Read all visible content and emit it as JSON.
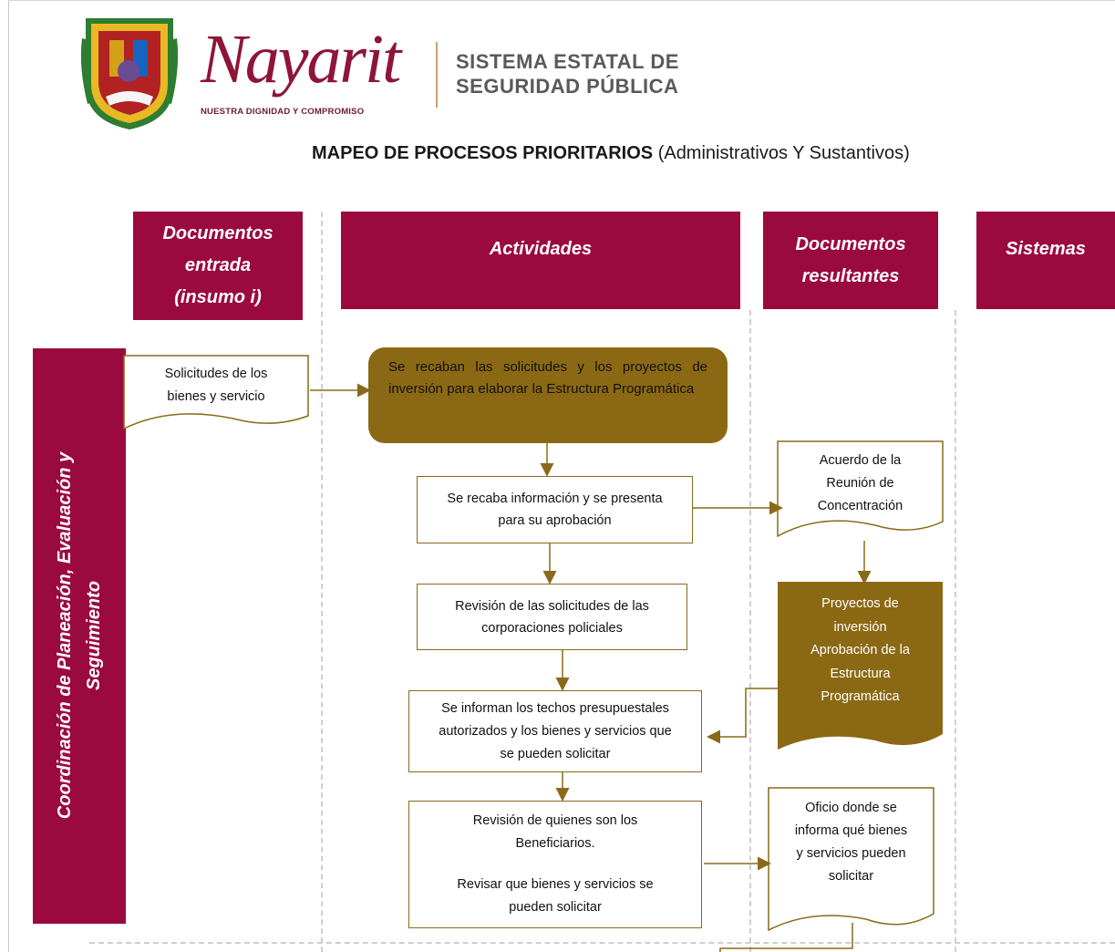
{
  "header": {
    "brand_name": "Nayarit",
    "brand_tagline": "NUESTRA DIGNIDAD Y COMPROMISO",
    "system_line1": "SISTEMA ESTATAL DE",
    "system_line2": "SEGURIDAD PÚBLICA",
    "title_bold": "MAPEO DE PROCESOS PRIORITARIOS",
    "title_regular": "(Administrativos Y Sustantivos)"
  },
  "columns": {
    "inputs": [
      "Documentos",
      "entrada",
      "(insumo i)"
    ],
    "activities": "Actividades",
    "results": [
      "Documentos",
      "resultantes"
    ],
    "systems": "Sistemas"
  },
  "lane": {
    "line1": "Coordinación de Planeación, Evaluación y",
    "line2": "Seguimiento"
  },
  "inputs": {
    "doc1": [
      "Solicitudes de los",
      "bienes y servicio"
    ]
  },
  "activities": {
    "a1": "Se recaban las solicitudes y los proyectos de inversión para elaborar la Estructura Programática",
    "a2": [
      "Se recaba información y se presenta",
      "para su aprobación"
    ],
    "a3": [
      "Revisión de las solicitudes de las",
      "corporaciones policiales"
    ],
    "a4": [
      "Se informan los techos presupuestales",
      "autorizados y los bienes y servicios que",
      "se pueden solicitar"
    ],
    "a5": [
      "Revisión de quienes son los",
      "Beneficiarios.",
      "Revisar que bienes y servicios se",
      "pueden solicitar"
    ]
  },
  "results": {
    "r1": [
      "Acuerdo de la",
      "Reunión de",
      "Concentración"
    ],
    "r2": [
      "Proyectos de",
      "inversión",
      "Aprobación de la",
      "Estructura",
      "Programática"
    ],
    "r3": [
      "Oficio donde se",
      "informa qué bienes",
      "y servicios pueden",
      "solicitar"
    ]
  },
  "colors": {
    "primary": "#9b0a3e",
    "gold": "#8b6914",
    "arrow": "#8a6a1a"
  }
}
